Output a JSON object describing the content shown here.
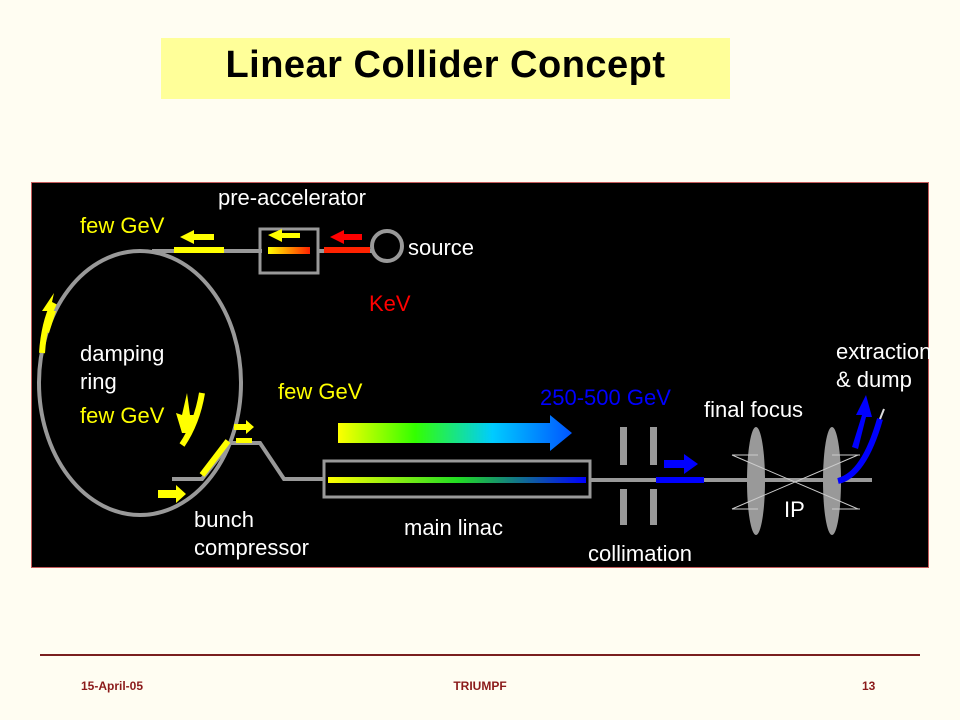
{
  "slide": {
    "title": "Linear Collider Concept"
  },
  "diagram": {
    "labels": {
      "pre_accelerator": "pre-accelerator",
      "source": "source",
      "kev": "KeV",
      "few_gev_top": "few GeV",
      "damping_ring_line1": "damping",
      "damping_ring_line2": "ring",
      "few_gev_ring": "few GeV",
      "few_gev_linac": "few GeV",
      "energy_range": "250-500 GeV",
      "final_focus": "final focus",
      "extraction_line1": "extraction",
      "extraction_line2": "& dump",
      "ip": "IP",
      "bunch_line1": "bunch",
      "bunch_line2": "compressor",
      "main_linac": "main linac",
      "collimation": "collimation"
    },
    "colors": {
      "background": "#000000",
      "beamline": "#999999",
      "low_energy": "#ffff00",
      "source_beam": "#ff0000",
      "high_energy": "#0000ff",
      "energy_range_text": "#0000ff",
      "kev_text": "#ff0000",
      "label_text": "#ffffff",
      "gev_text": "#ffff00"
    }
  },
  "footer": {
    "date": "15-April-05",
    "center": "TRIUMPF",
    "page": "13"
  }
}
